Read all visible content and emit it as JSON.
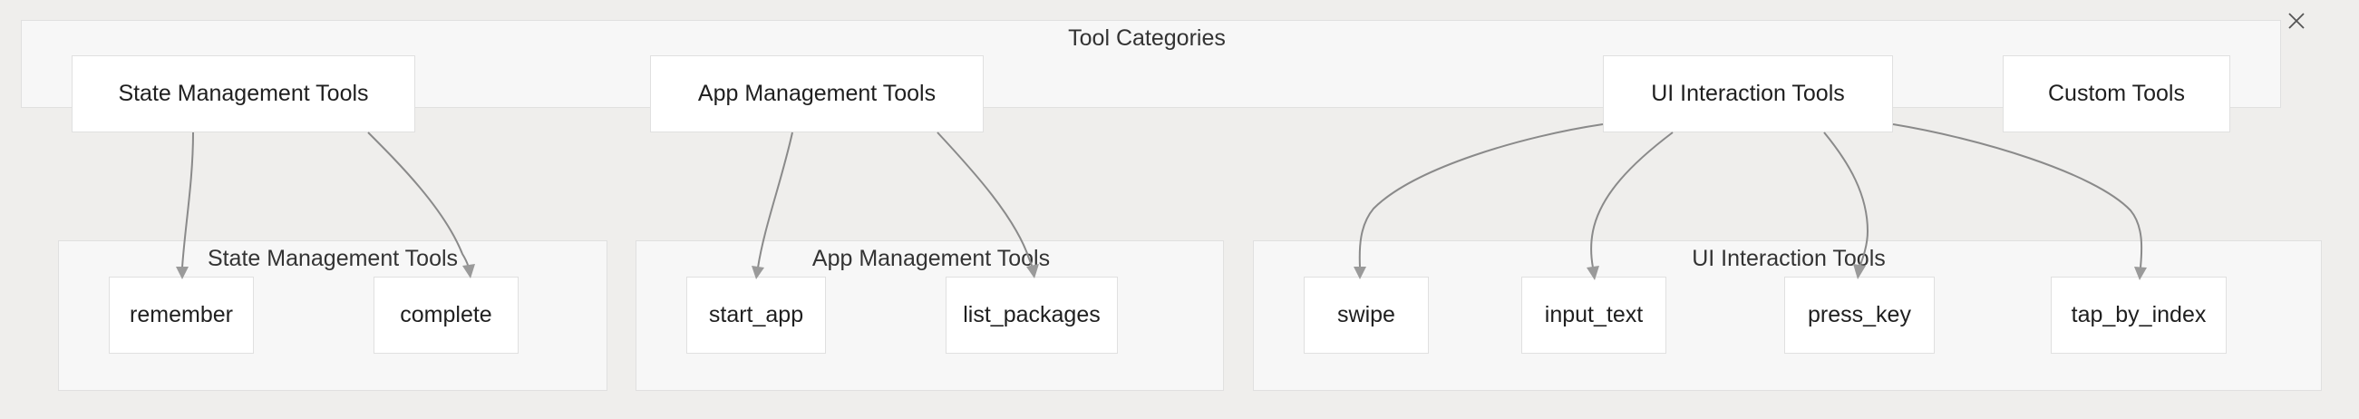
{
  "diagram": {
    "type": "flowchart",
    "direction": "top-down",
    "background_color": "#efeeec",
    "node_fill": "#ffffff",
    "node_border": "#e0e0e0",
    "cluster_fill": "#f7f7f7",
    "cluster_border": "#e0e0e0",
    "edge_color": "#8a8a8a",
    "text_color": "#1f1f1f"
  },
  "top_cluster": {
    "label": "Tool Categories",
    "nodes": [
      {
        "id": "state-management-tools",
        "label": "State Management Tools"
      },
      {
        "id": "app-management-tools",
        "label": "App Management Tools"
      },
      {
        "id": "ui-interaction-tools",
        "label": "UI Interaction Tools"
      },
      {
        "id": "custom-tools",
        "label": "Custom Tools"
      }
    ]
  },
  "sub_clusters": [
    {
      "id": "state-management-tools-group",
      "label": "State Management Tools",
      "nodes": [
        {
          "id": "remember",
          "label": "remember"
        },
        {
          "id": "complete",
          "label": "complete"
        }
      ]
    },
    {
      "id": "app-management-tools-group",
      "label": "App Management Tools",
      "nodes": [
        {
          "id": "start-app",
          "label": "start_app"
        },
        {
          "id": "list-packages",
          "label": "list_packages"
        }
      ]
    },
    {
      "id": "ui-interaction-tools-group",
      "label": "UI Interaction Tools",
      "nodes": [
        {
          "id": "swipe",
          "label": "swipe"
        },
        {
          "id": "input-text",
          "label": "input_text"
        },
        {
          "id": "press-key",
          "label": "press_key"
        },
        {
          "id": "tap-by-index",
          "label": "tap_by_index"
        }
      ]
    }
  ],
  "edges": [
    {
      "from": "State Management Tools",
      "to": "remember"
    },
    {
      "from": "State Management Tools",
      "to": "complete"
    },
    {
      "from": "App Management Tools",
      "to": "start_app"
    },
    {
      "from": "App Management Tools",
      "to": "list_packages"
    },
    {
      "from": "UI Interaction Tools",
      "to": "swipe"
    },
    {
      "from": "UI Interaction Tools",
      "to": "input_text"
    },
    {
      "from": "UI Interaction Tools",
      "to": "press_key"
    },
    {
      "from": "UI Interaction Tools",
      "to": "tap_by_index"
    }
  ],
  "controls": {
    "close_icon": "close-icon",
    "close_label": "✕"
  }
}
